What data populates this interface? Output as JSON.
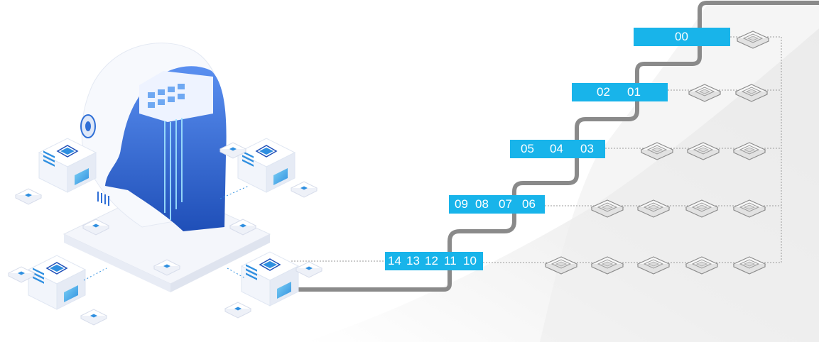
{
  "colors": {
    "label_bg": "#18b4ea",
    "label_text": "#ffffff",
    "pipe": "#8a8a8a",
    "panel_bg": "#ececec",
    "accent_blue": "#2f6fd6"
  },
  "icons": {
    "central_unit": "ai-head-icon",
    "node": "edge-server-icon",
    "terminal": "ceiling-cassette-unit-icon"
  },
  "rows": [
    {
      "labels": [
        "00"
      ]
    },
    {
      "labels": [
        "02",
        "01"
      ]
    },
    {
      "labels": [
        "05",
        "04",
        "03"
      ]
    },
    {
      "labels": [
        "09",
        "08",
        "07",
        "06"
      ]
    },
    {
      "labels": [
        "14",
        "13",
        "12",
        "11",
        "10"
      ]
    }
  ]
}
